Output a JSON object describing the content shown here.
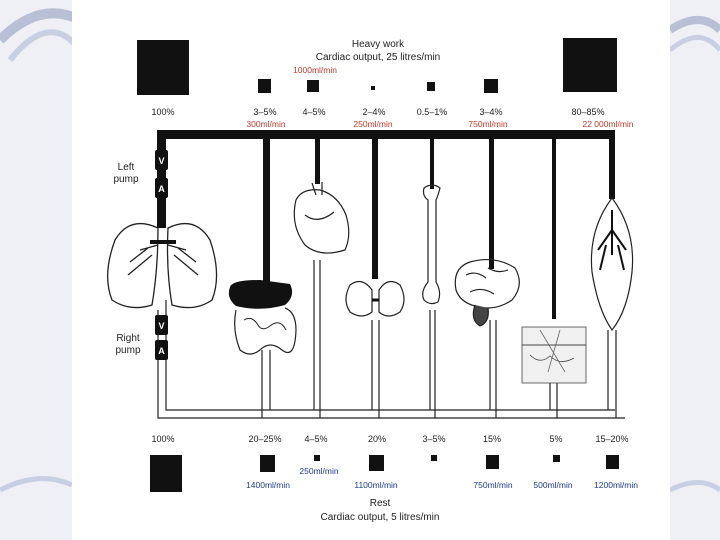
{
  "header": {
    "heavy_title": "Heavy work",
    "heavy_output": "Cardiac output, 25 litres/min"
  },
  "footer": {
    "rest_title": "Rest",
    "rest_output": "Cardiac output, 5 litres/min"
  },
  "side_labels": {
    "left_pump_line1": "Left",
    "left_pump_line2": "pump",
    "right_pump_line1": "Right",
    "right_pump_line2": "pump",
    "valve_v": "V",
    "valve_a": "A"
  },
  "heavy_percentages": [
    "100%",
    "3–5%",
    "4–5%",
    "2–4%",
    "0.5–1%",
    "3–4%",
    "80–85%"
  ],
  "rest_percentages": [
    "100%",
    "20–25%",
    "4–5%",
    "20%",
    "3–5%",
    "15%",
    "5%",
    "15–20%"
  ],
  "heavy_annotations": {
    "heart": "1000ml/min",
    "gut": "300ml/min",
    "kidney": "250ml/min",
    "brain": "750ml/min",
    "muscle": "22 000ml/min"
  },
  "rest_annotations": {
    "heart": "250ml/min",
    "gut": "1400ml/min",
    "kidney": "1100ml/min",
    "brain": "750ml/min",
    "skin": "500ml/min",
    "muscle": "1200ml/min"
  },
  "colors": {
    "heavy_annotation": "#c0392b",
    "rest_annotation": "#1f3a93",
    "ink": "#111111"
  }
}
